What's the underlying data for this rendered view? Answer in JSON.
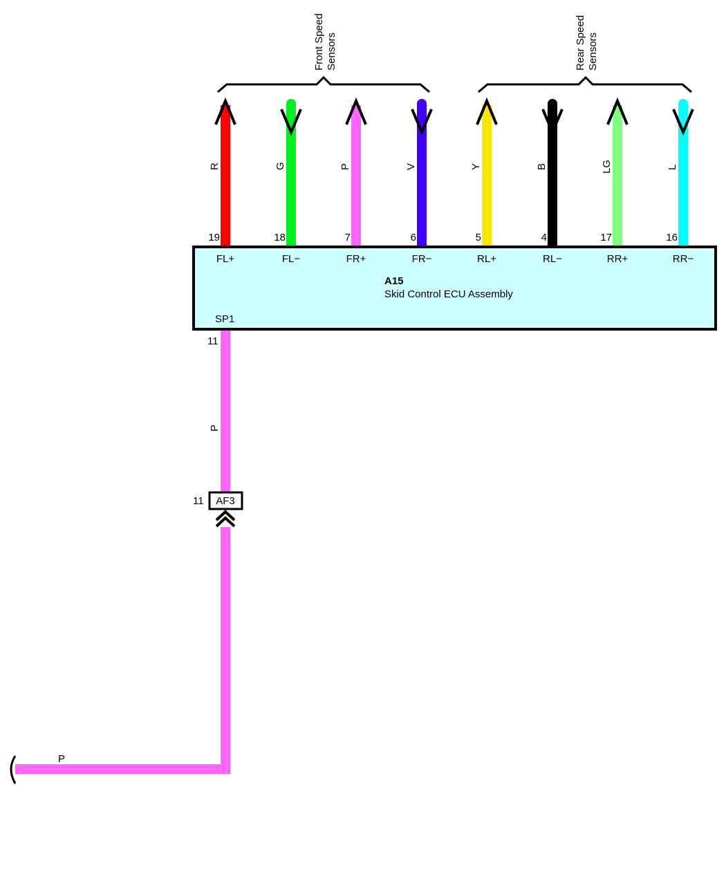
{
  "ecu": {
    "ref": "A15",
    "name": "Skid Control ECU Assembly",
    "fill_color": "#ccffff",
    "output_label": "SP1",
    "output_pin": "11"
  },
  "groups": [
    {
      "label_line1": "Front Speed",
      "label_line2": "Sensors"
    },
    {
      "label_line1": "Rear Speed",
      "label_line2": "Sensors"
    }
  ],
  "wires": [
    {
      "code": "R",
      "pin": "19",
      "terminal": "FL+",
      "color": "#ff0000",
      "direction": "up"
    },
    {
      "code": "G",
      "pin": "18",
      "terminal": "FL−",
      "color": "#00ee22",
      "direction": "down"
    },
    {
      "code": "P",
      "pin": "7",
      "terminal": "FR+",
      "color": "#ff66ff",
      "direction": "up"
    },
    {
      "code": "V",
      "pin": "6",
      "terminal": "FR−",
      "color": "#4400ff",
      "direction": "down"
    },
    {
      "code": "Y",
      "pin": "5",
      "terminal": "RL+",
      "color": "#ffe600",
      "direction": "up"
    },
    {
      "code": "B",
      "pin": "4",
      "terminal": "RL−",
      "color": "#000000",
      "direction": "down"
    },
    {
      "code": "LG",
      "pin": "17",
      "terminal": "RR+",
      "color": "#80ff80",
      "direction": "up"
    },
    {
      "code": "L",
      "pin": "16",
      "terminal": "RR−",
      "color": "#00ffff",
      "direction": "down"
    }
  ],
  "output_wire": {
    "code_upper": "P",
    "code_lower": "P",
    "color": "#ff66ff",
    "connector": "AF3",
    "connector_pin": "11"
  }
}
